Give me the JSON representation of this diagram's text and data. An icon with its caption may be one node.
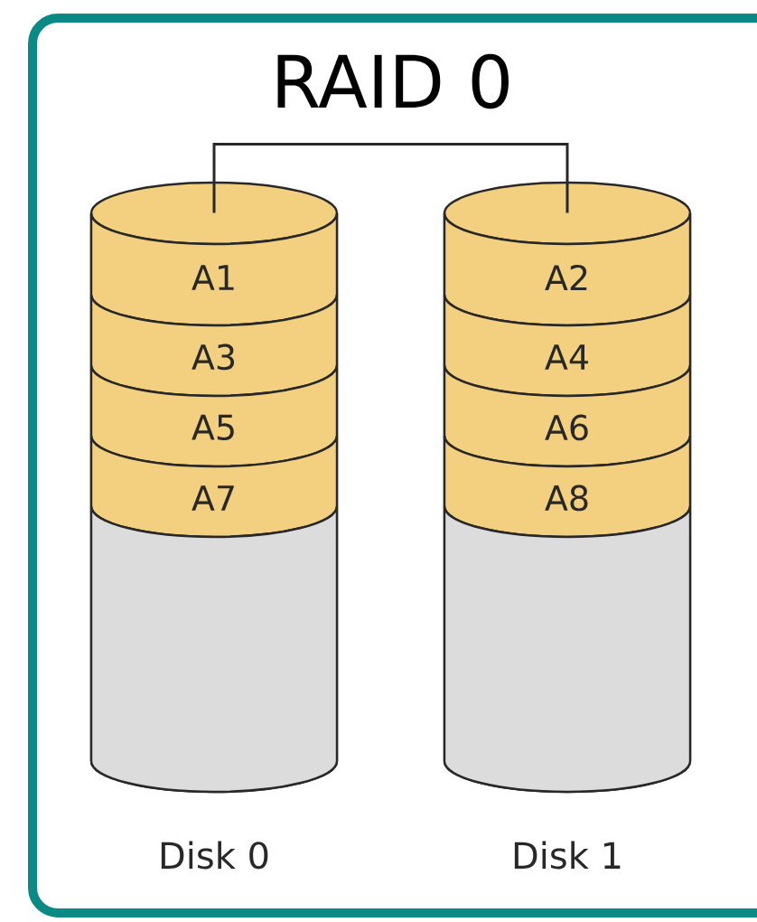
{
  "diagram": {
    "title": "RAID 0",
    "nodes": [
      {
        "text": [],
        "shape": "cylinder",
        "beside": [
          "Disk 0"
        ]
      },
      {
        "text": [
          "A1"
        ],
        "in": 0
      },
      {
        "text": [
          "A3"
        ],
        "in": 0
      },
      {
        "text": [
          "A5"
        ],
        "in": 0
      },
      {
        "text": [
          "A7"
        ],
        "in": 0
      },
      {
        "text": [],
        "shape": "box",
        "in": 0
      },
      {
        "text": [],
        "shape": "cylinder",
        "beside": [
          "Disk 1"
        ]
      },
      {
        "text": [
          "A2"
        ],
        "in": 6
      },
      {
        "text": [
          "A4"
        ],
        "in": 6
      },
      {
        "text": [
          "A6"
        ],
        "in": 6
      },
      {
        "text": [
          "A8"
        ],
        "in": 6
      },
      {
        "text": [],
        "shape": "box",
        "in": 6
      }
    ],
    "edges": [
      {
        "from": 0,
        "to": 6,
        "arrow": "none"
      }
    ]
  }
}
